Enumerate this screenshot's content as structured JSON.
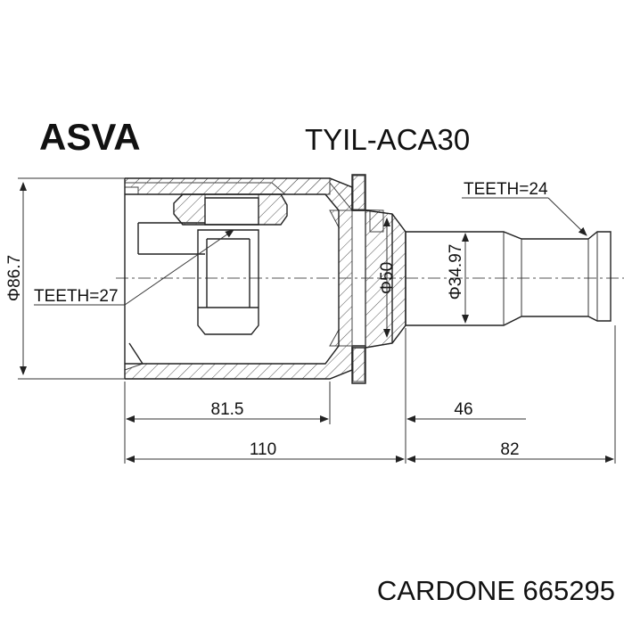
{
  "header": {
    "brand": "ASVA",
    "part_number": "TYIL-ACA30"
  },
  "footer": {
    "cross_reference": "CARDONE 665295"
  },
  "dimensions": {
    "outer_diameter": "Φ86.7",
    "housing_diameter": "Φ50",
    "shaft_diameter": "Φ34.97",
    "teeth_inner": "TEETH=27",
    "teeth_outer": "TEETH=24",
    "housing_length": "81.5",
    "shaft_length": "46",
    "total_left": "110",
    "total_right": "82"
  }
}
